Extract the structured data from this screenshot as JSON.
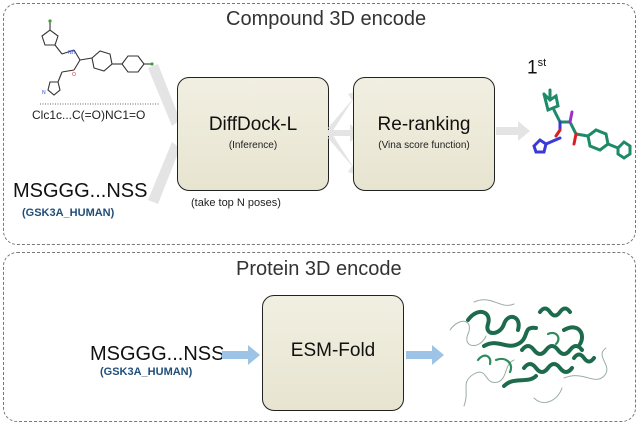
{
  "top_panel": {
    "title": "Compound 3D encode",
    "smiles": "Clc1c...C(=O)NC1=O",
    "sequence": "MSGGG...NSS",
    "gene": "(GSK3A_HUMAN)",
    "diffdock": {
      "title": "DiffDock-L",
      "subtitle": "(Inference)"
    },
    "poses_note": "(take top N poses)",
    "rerank": {
      "title": "Re-ranking",
      "subtitle": "(Vina score function)"
    },
    "rank_num": "1",
    "rank_sup": "st"
  },
  "bottom_panel": {
    "title": "Protein 3D encode",
    "sequence": "MSGGG...NSS",
    "gene": "(GSK3A_HUMAN)",
    "esm": {
      "title": "ESM-Fold"
    }
  },
  "colors": {
    "arrow_gray": "#e4e4e4",
    "arrow_blue": "#9dc3e6",
    "gene_text": "#1f4e79",
    "box_fill": "#ece9d6",
    "protein_green": "#1d6b4c"
  }
}
